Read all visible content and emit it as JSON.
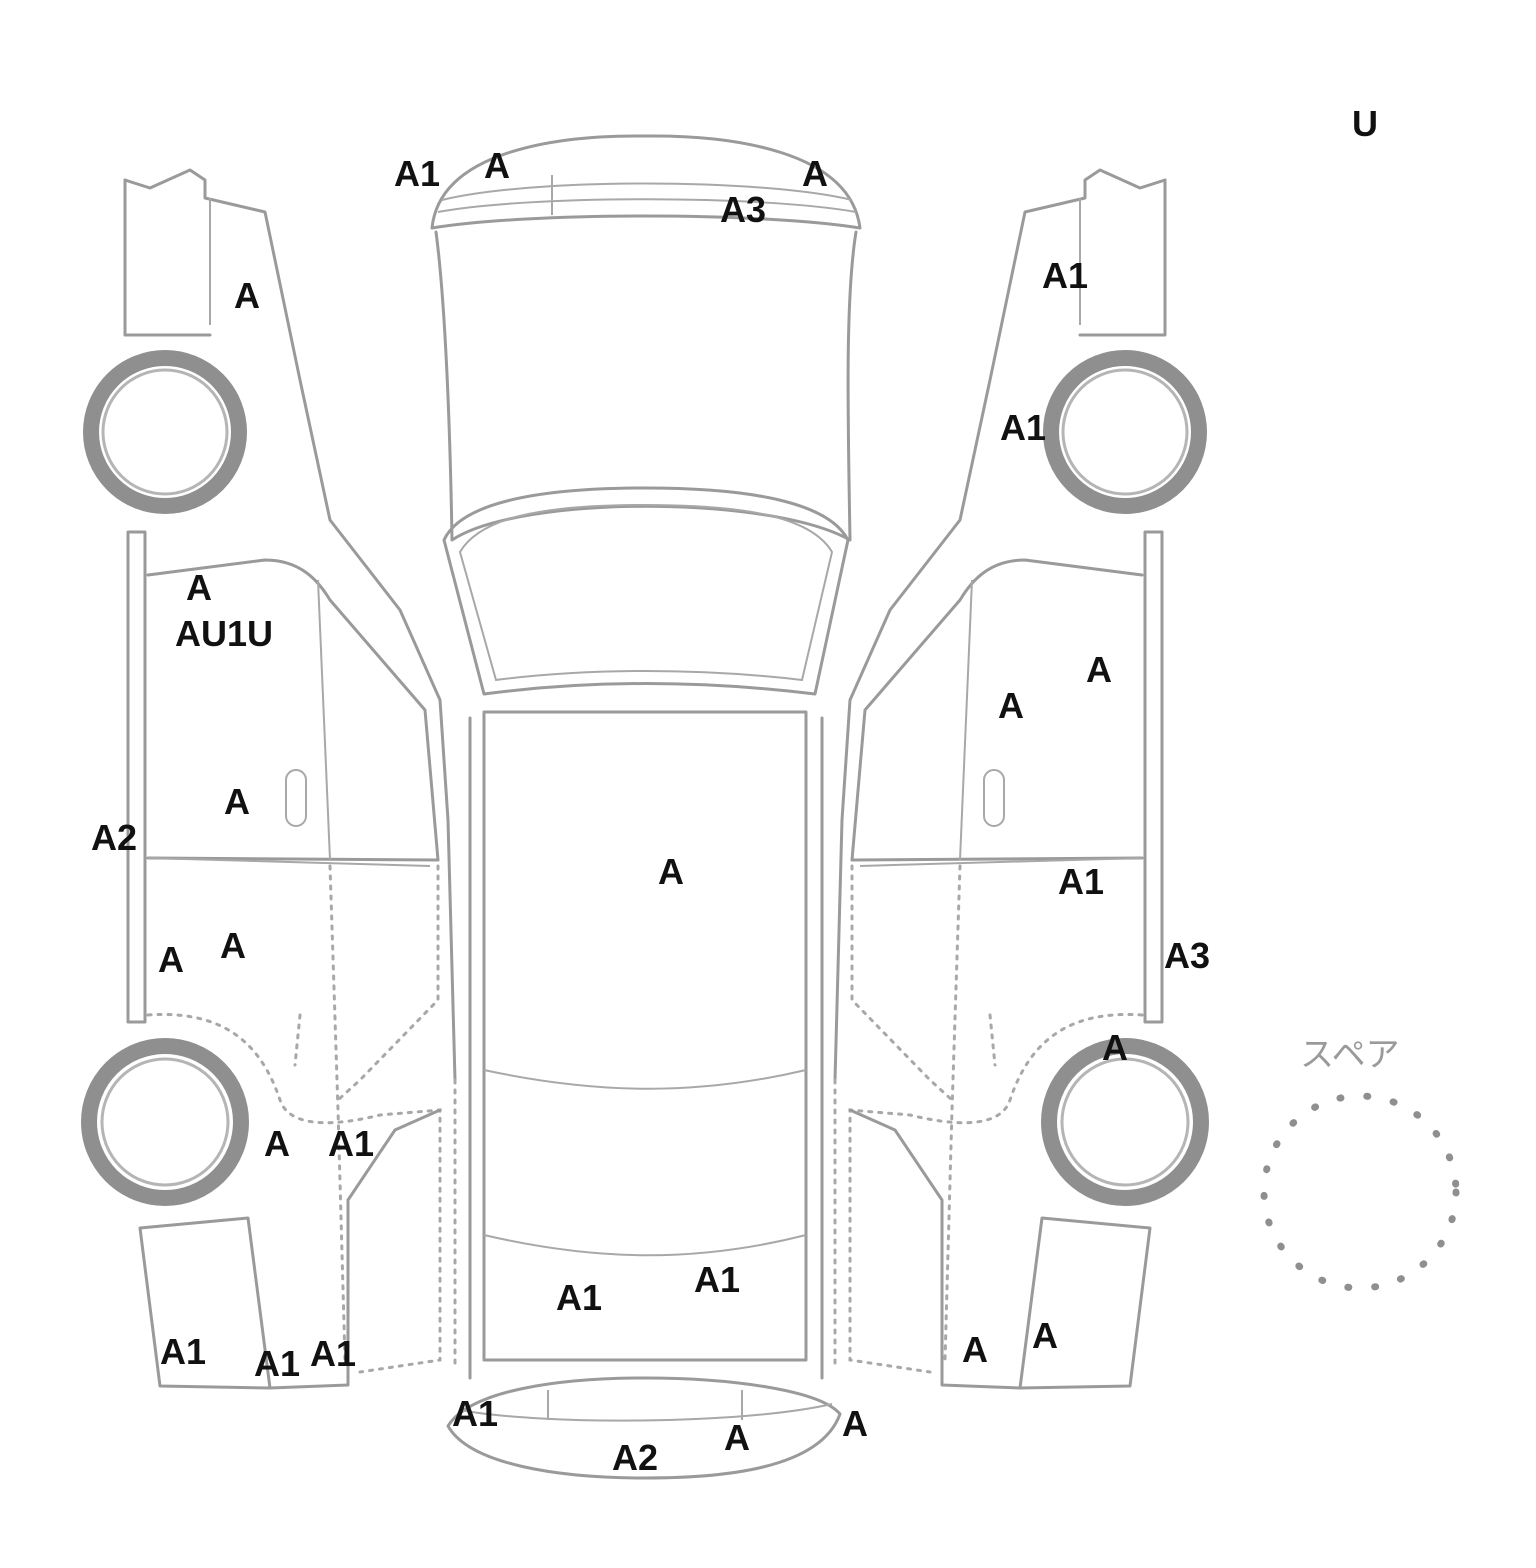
{
  "grade_mark": "U",
  "spare_label": "スペア",
  "damage_codes": [
    "A1",
    "A",
    "A",
    "A3",
    "A",
    "A1",
    "A1",
    "A",
    "AU1U",
    "A",
    "A",
    "A",
    "A2",
    "A",
    "A1",
    "A",
    "A",
    "A3",
    "A",
    "A",
    "A1",
    "A1",
    "A1",
    "A1",
    "A1",
    "A1",
    "A",
    "A",
    "A1",
    "A2",
    "A",
    "A"
  ]
}
